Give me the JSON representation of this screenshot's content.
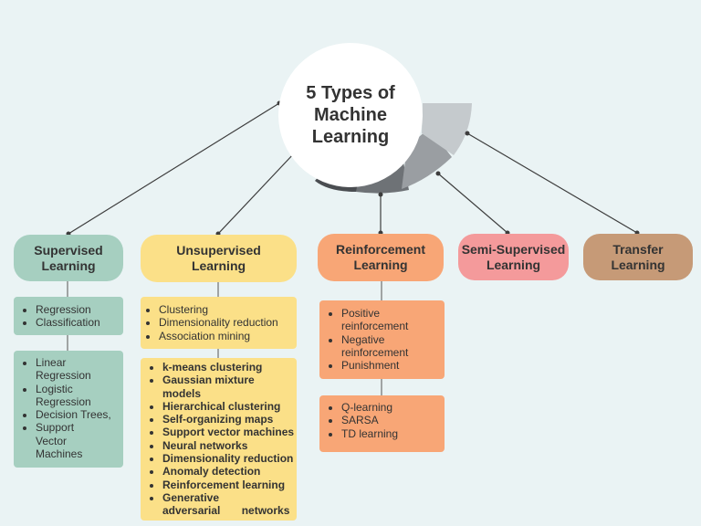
{
  "title": "5 Types of Machine Learning",
  "colors": {
    "background": "#eaf3f4",
    "supervised": "#a6cfc0",
    "unsupervised": "#fbe088",
    "reinforcement": "#f8a676",
    "semi_supervised": "#f49a9b",
    "transfer": "#c69a77",
    "connector": "#3d3d3d"
  },
  "categories": [
    {
      "name": "Supervised Learning",
      "groups": [
        [
          "Regression",
          "Classification"
        ],
        [
          "Linear Regression",
          "Logistic Regression",
          "Decision Trees,",
          "Support Vector Machines"
        ]
      ]
    },
    {
      "name": "Unsupervised Learning",
      "groups": [
        [
          "Clustering",
          "Dimensionality reduction",
          "Association mining"
        ],
        [
          "k-means clustering",
          "Gaussian mixture models",
          "Hierarchical clustering",
          "Self-organizing maps",
          "Support vector machines",
          "Neural networks",
          "Dimensionality reduction",
          "Anomaly detection",
          "Reinforcement learning",
          "Generative adversarial networks"
        ]
      ]
    },
    {
      "name": "Reinforcement Learning",
      "groups": [
        [
          "Positive reinforcement",
          "Negative reinforcement",
          "Punishment"
        ],
        [
          "Q-learning",
          "SARSA",
          "TD learning"
        ]
      ]
    },
    {
      "name": "Semi-Supervised Learning",
      "groups": []
    },
    {
      "name": "Transfer Learning",
      "groups": []
    }
  ]
}
